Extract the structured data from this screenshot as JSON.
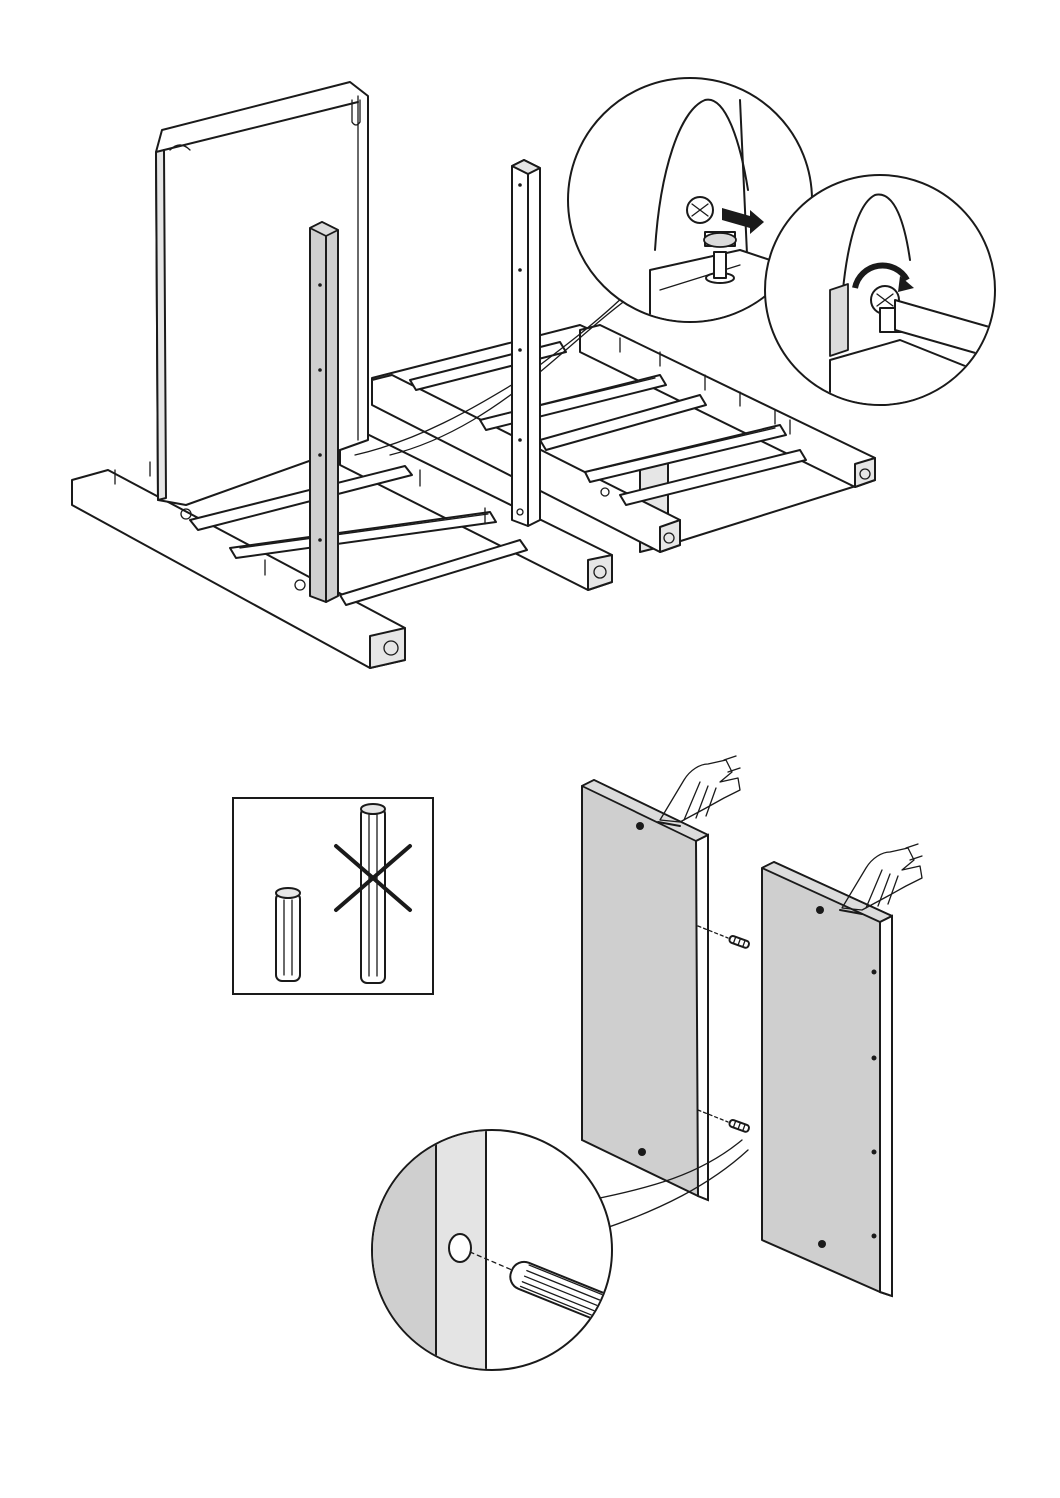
{
  "figure": {
    "kind": "assembly-instructions",
    "colors": {
      "line": "#1a1a1a",
      "panel": "#cfcfcf",
      "background": "#ffffff"
    },
    "top_illustration": {
      "subject": "bed-frame-with-headboard-panel-and-posts",
      "details": [
        "cam-lock-insert-detail",
        "cam-lock-tighten-detail"
      ]
    },
    "bottom_illustration": {
      "subject": "side-panels-with-wooden-dowels",
      "inset": "dowel-size-comparison",
      "details": [
        "dowel-insert-detail"
      ],
      "hand_icons": 2
    }
  }
}
